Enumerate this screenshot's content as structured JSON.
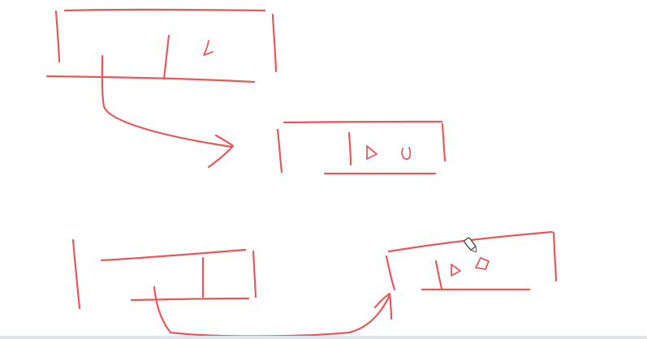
{
  "canvas": {
    "background_color": "#ffffff",
    "ink_color": "#e8575a",
    "pen_cursor_color": "#555555",
    "bottom_bar_color": "#dde6ef"
  },
  "diagram": {
    "description_free": true,
    "groups": [
      {
        "id": "top",
        "nodes": [
          "top-left-box",
          "top-right-box"
        ],
        "arrow": "top-arrow"
      },
      {
        "id": "bottom",
        "nodes": [
          "bottom-left-box",
          "bottom-right-box"
        ],
        "arrow": "bottom-arrow"
      }
    ],
    "tool_icon": "pen-icon"
  }
}
